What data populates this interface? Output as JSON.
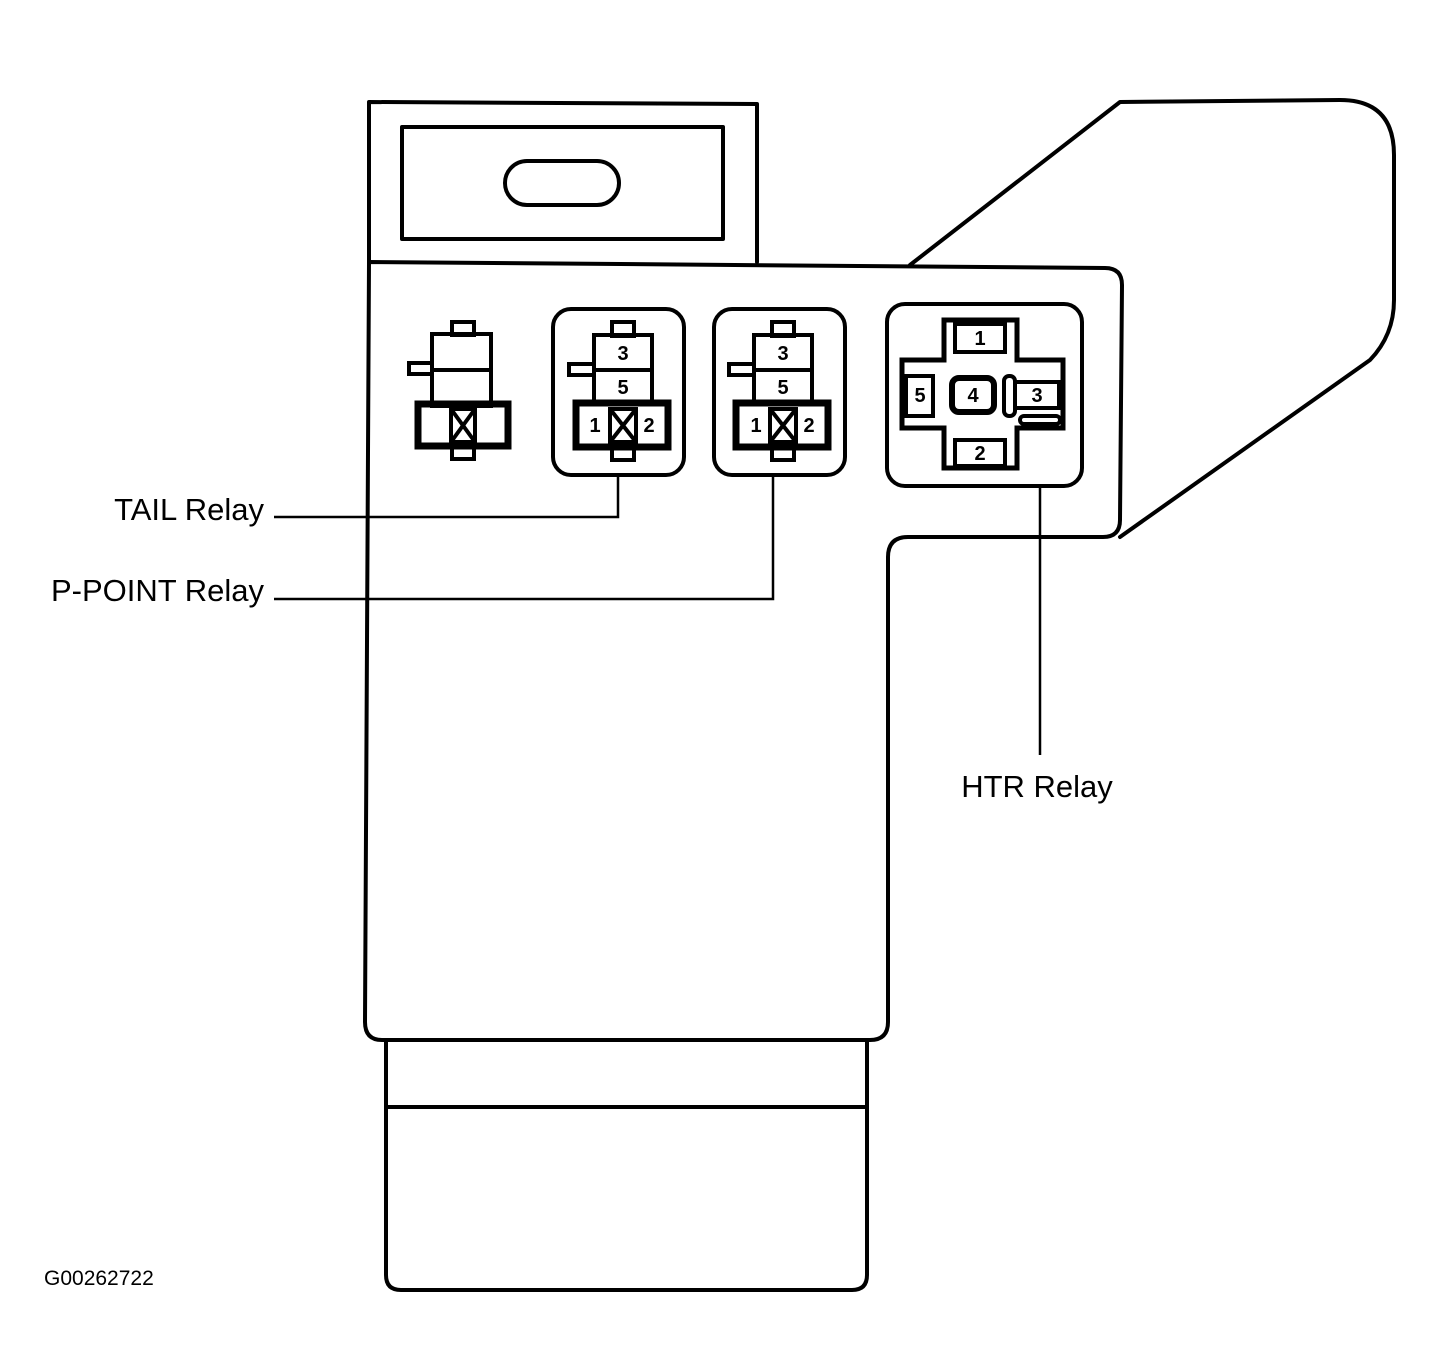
{
  "diagram": {
    "colors": {
      "line": "#000000",
      "background": "#ffffff"
    },
    "callouts": {
      "tail": "TAIL Relay",
      "ppoint": "P-POINT Relay",
      "htr": "HTR Relay"
    },
    "relays": {
      "tail": {
        "pins": [
          "3",
          "5",
          "1",
          "2"
        ]
      },
      "ppoint": {
        "pins": [
          "3",
          "5",
          "1",
          "2"
        ]
      },
      "htr": {
        "pins": [
          "1",
          "5",
          "4",
          "3",
          "2"
        ]
      }
    },
    "figure_id": "G00262722"
  }
}
